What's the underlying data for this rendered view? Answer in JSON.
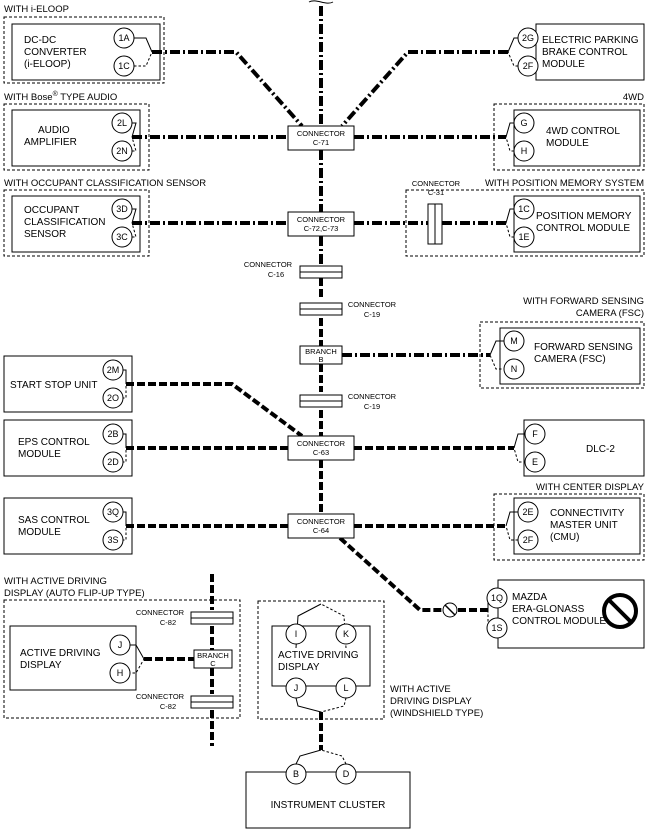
{
  "groups": {
    "ieloop": "WITH i-ELOOP",
    "bose_pre": "WITH Bose",
    "bose_reg": "®",
    "bose_post": " TYPE AUDIO",
    "fwd_4wd": "4WD",
    "ocs": "WITH OCCUPANT CLASSIFICATION SENSOR",
    "pos_mem": "WITH POSITION MEMORY SYSTEM",
    "fsc_line1": "WITH FORWARD SENSING",
    "fsc_line2": "CAMERA (FSC)",
    "center_disp": "WITH CENTER DISPLAY",
    "adv_auto_line1": "WITH ACTIVE DRIVING",
    "adv_auto_line2": "DISPLAY (AUTO FLIP-UP TYPE)",
    "adv_ws_line1": "WITH ACTIVE",
    "adv_ws_line2": "DRIVING DISPLAY",
    "adv_ws_line3": "(WINDSHIELD TYPE)"
  },
  "modules": {
    "dcdc": [
      "DC-DC",
      "CONVERTER",
      "(i-ELOOP)"
    ],
    "epb": [
      "ELECTRIC PARKING",
      "BRAKE CONTROL",
      "MODULE"
    ],
    "audio": [
      "AUDIO",
      "AMPLIFIER"
    ],
    "awd": [
      "4WD CONTROL",
      "MODULE"
    ],
    "ocs": [
      "OCCUPANT",
      "CLASSIFICATION",
      "SENSOR"
    ],
    "posmem": [
      "POSITION MEMORY",
      "CONTROL MODULE"
    ],
    "fsc": [
      "FORWARD SENSING",
      "CAMERA (FSC)"
    ],
    "ssu": [
      "START STOP UNIT"
    ],
    "eps": [
      "EPS CONTROL",
      "MODULE"
    ],
    "dlc": [
      "DLC-2"
    ],
    "sas": [
      "SAS CONTROL",
      "MODULE"
    ],
    "cmu": [
      "CONNECTIVITY",
      "MASTER UNIT",
      "(CMU)"
    ],
    "era": [
      "MAZDA",
      "ERA-GLONASS",
      "CONTROL MODULE"
    ],
    "adv_auto": [
      "ACTIVE DRIVING",
      "DISPLAY"
    ],
    "adv_ws": [
      "ACTIVE DRIVING",
      "DISPLAY"
    ],
    "ic": [
      "INSTRUMENT CLUSTER"
    ]
  },
  "pins": {
    "dcdc_a": "1A",
    "dcdc_b": "1C",
    "epb_a": "2G",
    "epb_b": "2F",
    "audio_a": "2L",
    "audio_b": "2N",
    "awd_a": "G",
    "awd_b": "H",
    "ocs_a": "3D",
    "ocs_b": "3C",
    "pos_a": "1C",
    "pos_b": "1E",
    "fsc_a": "M",
    "fsc_b": "N",
    "ssu_a": "2M",
    "ssu_b": "2O",
    "eps_a": "2B",
    "eps_b": "2D",
    "dlc_a": "F",
    "dlc_b": "E",
    "sas_a": "3Q",
    "sas_b": "3S",
    "cmu_a": "2E",
    "cmu_b": "2F",
    "era_a": "1Q",
    "era_b": "1S",
    "advauto_a": "J",
    "advauto_b": "H",
    "advws_i": "I",
    "advws_k": "K",
    "advws_j": "J",
    "advws_l": "L",
    "ic_b": "B",
    "ic_d": "D"
  },
  "connectors": {
    "c71_l1": "CONNECTOR",
    "c71_l2": "C-71",
    "c72_l1": "CONNECTOR",
    "c72_l2": "C-72,C-73",
    "c63_l1": "CONNECTOR",
    "c63_l2": "C-63",
    "c64_l1": "CONNECTOR",
    "c64_l2": "C-64",
    "c31_l1": "CONNECTOR",
    "c31_l2": "C-31",
    "c16_l1": "CONNECTOR",
    "c16_l2": "C-16",
    "c19a_l1": "CONNECTOR",
    "c19a_l2": "C-19",
    "c19b_l1": "CONNECTOR",
    "c19b_l2": "C-19",
    "c82a_l1": "CONNECTOR",
    "c82a_l2": "C-82",
    "c82b_l1": "CONNECTOR",
    "c82b_l2": "C-82",
    "branch_b_l1": "BRANCH",
    "branch_b_l2": "B",
    "branch_c_l1": "BRANCH",
    "branch_c_l2": "C"
  },
  "icons": {
    "prohibit": "prohibited-symbol-icon",
    "inline_prohibit": "small-prohibited-symbol-icon",
    "break": "wire-break-icon"
  },
  "colors": {
    "line": "#000000",
    "background": "#ffffff"
  }
}
